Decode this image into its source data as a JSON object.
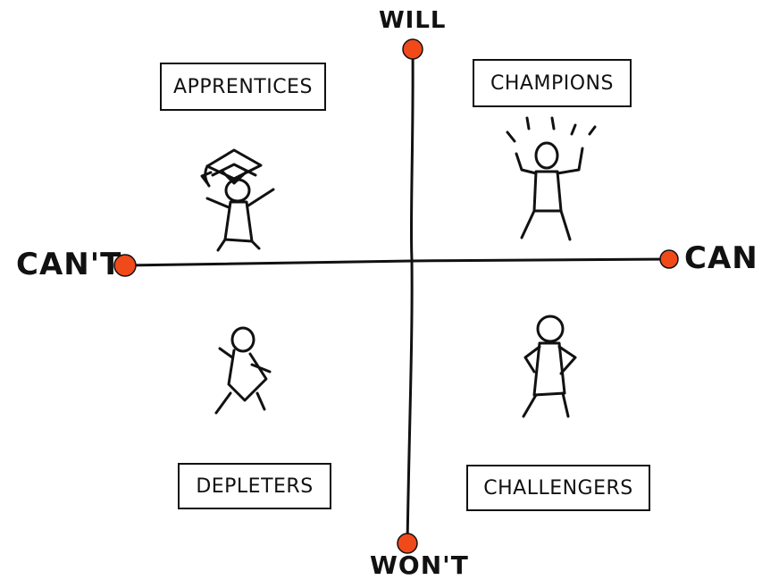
{
  "axes": {
    "top": "WILL",
    "bottom": "WON'T",
    "left": "CAN'T",
    "right": "CAN"
  },
  "quadrants": {
    "top_left": "APPRENTICES",
    "top_right": "CHAMPIONS",
    "bottom_left": "DEPLETERS",
    "bottom_right": "CHALLENGERS"
  },
  "colors": {
    "ink": "#111111",
    "dot": "#f04a1a",
    "background": "#ffffff"
  }
}
